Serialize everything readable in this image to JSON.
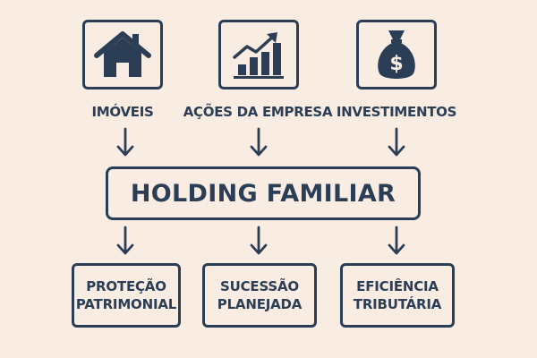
{
  "sources": [
    {
      "label": "IMÓVEIS",
      "icon": "house-icon"
    },
    {
      "label": "AÇÕES DA EMPRESA",
      "icon": "growth-chart-icon"
    },
    {
      "label": "INVESTIMENTOS",
      "icon": "money-bag-icon"
    }
  ],
  "center": {
    "label": "HOLDING FAMILIAR"
  },
  "outcomes": [
    {
      "line1": "PROTEÇÃO",
      "line2": "PATRIMONIAL"
    },
    {
      "line1": "SUCESSÃO",
      "line2": "PLANEJADA"
    },
    {
      "line1": "EFICIÊNCIA",
      "line2": "TRIBUTÁRIA"
    }
  ],
  "icon_symbols": {
    "money_bag": "$"
  },
  "colors": {
    "background": "#f9ede3",
    "ink": "#2c3e55"
  }
}
